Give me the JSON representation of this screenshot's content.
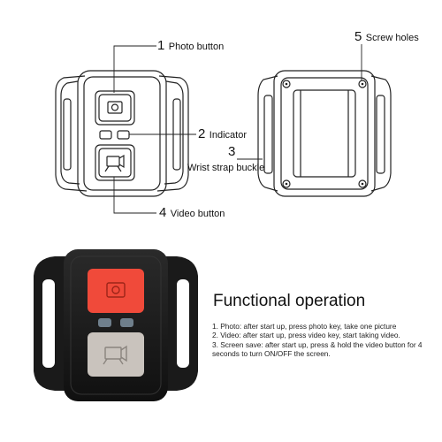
{
  "callouts": {
    "photo": {
      "number": "1",
      "label": "Photo button"
    },
    "indicator": {
      "number": "2",
      "label": "Indicator"
    },
    "strap": {
      "number": "3",
      "label": "Wrist strap buckle"
    },
    "video": {
      "number": "4",
      "label": "Video button"
    },
    "screws": {
      "number": "5",
      "label": "Screw holes"
    }
  },
  "functional": {
    "heading": "Functional operation",
    "steps": [
      "1. Photo: after start up, press photo key, take one picture",
      "2. Video: after start up, press video key, start taking video.",
      "3. Screen save: after start up, press & hold the video button for 4 seconds to turn ON/OFF the screen."
    ]
  },
  "colors": {
    "photo_button": "#f04a3a",
    "video_button": "#c9c3bd",
    "indicator_leds": "#6f7f8c",
    "body": "#1c1c1c"
  }
}
